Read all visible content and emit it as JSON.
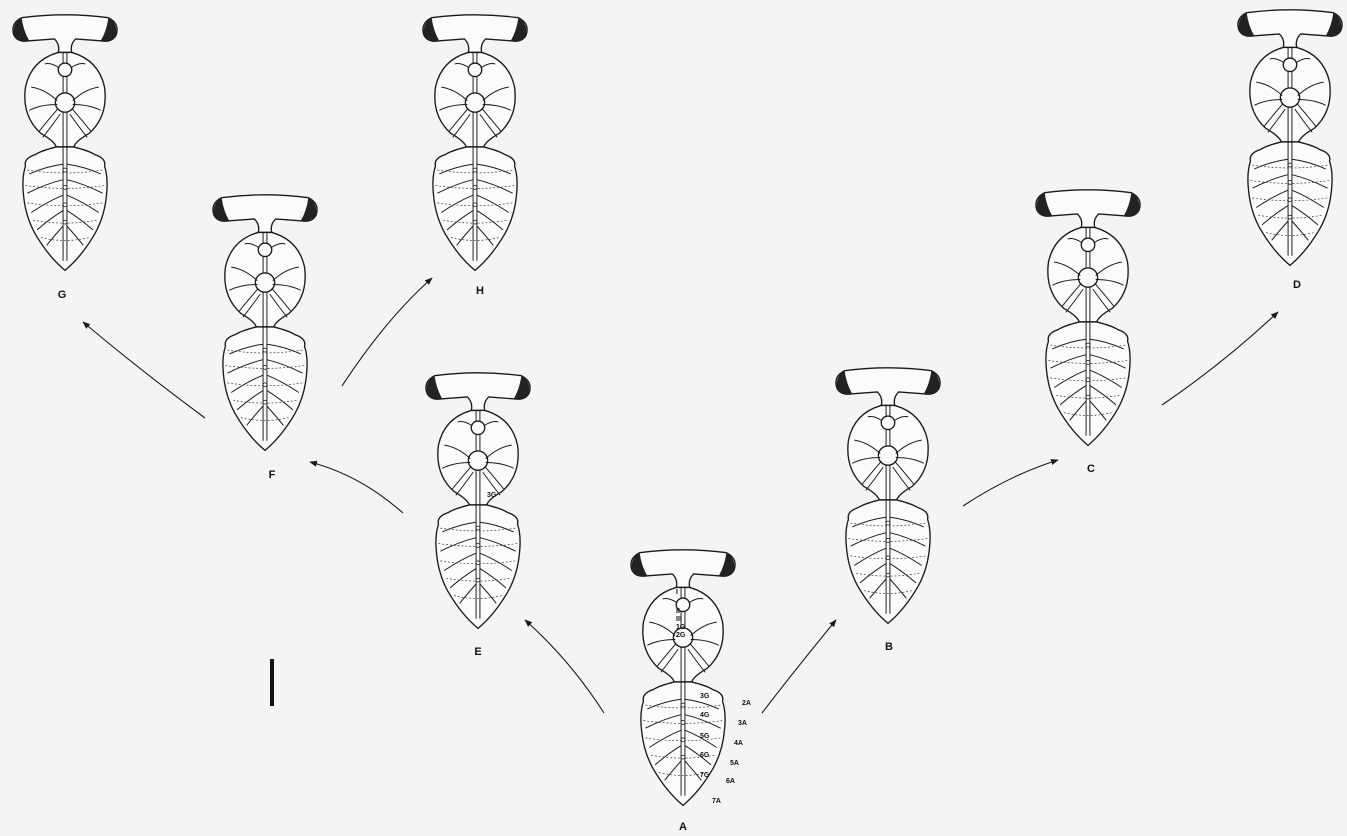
{
  "figures": [
    {
      "id": "A",
      "label": "A"
    },
    {
      "id": "B",
      "label": "B"
    },
    {
      "id": "C",
      "label": "C"
    },
    {
      "id": "D",
      "label": "D"
    },
    {
      "id": "E",
      "label": "E"
    },
    {
      "id": "F",
      "label": "F"
    },
    {
      "id": "G",
      "label": "G"
    },
    {
      "id": "H",
      "label": "H"
    }
  ],
  "annotations_A": {
    "thorax": [
      "I",
      "II",
      "III",
      "1G",
      "2G"
    ],
    "abdomen_left": [
      "3G",
      "4G",
      "5G",
      "6G",
      "7G"
    ],
    "abdomen_right": [
      "2A",
      "3A",
      "4A",
      "5A",
      "6A",
      "7A"
    ]
  },
  "annotation_E": "3G",
  "arrows": [
    {
      "from": "A",
      "to": "E"
    },
    {
      "from": "A",
      "to": "B"
    },
    {
      "from": "E",
      "to": "F"
    },
    {
      "from": "F",
      "to": "G"
    },
    {
      "from": "F",
      "to": "H"
    },
    {
      "from": "B",
      "to": "C"
    },
    {
      "from": "C",
      "to": "D"
    }
  ],
  "scale_bar": true
}
